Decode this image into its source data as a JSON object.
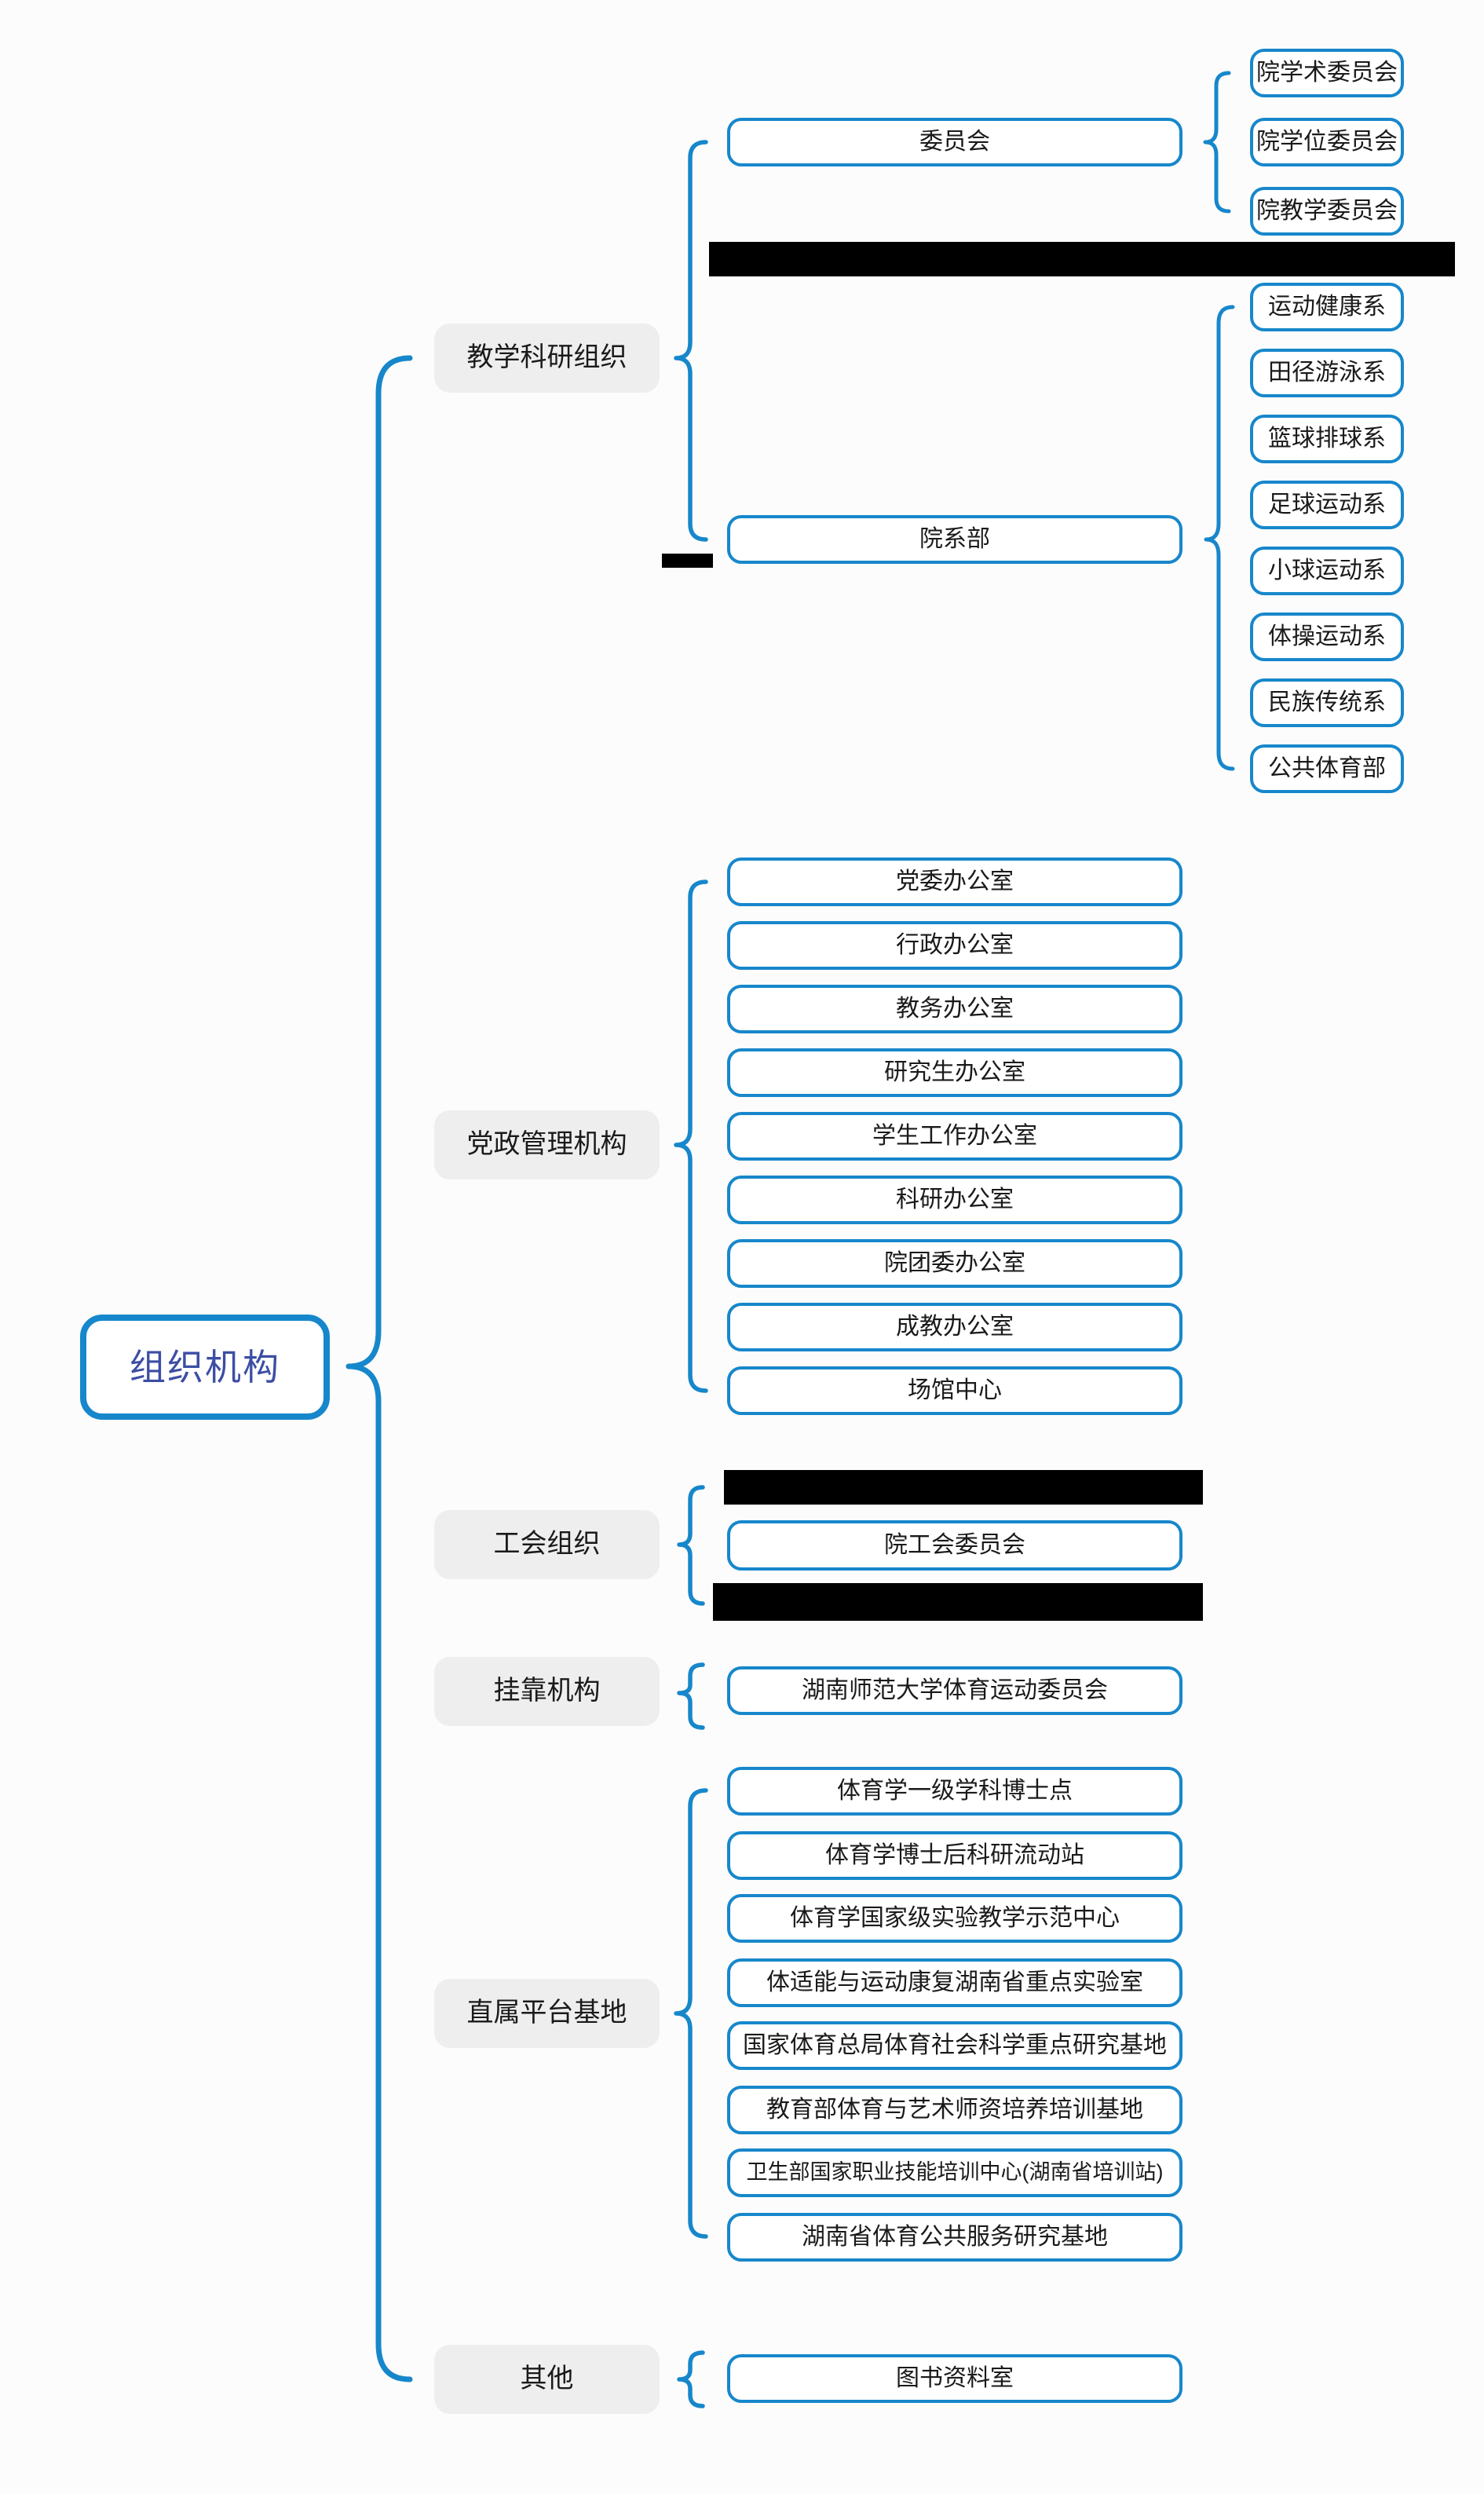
{
  "diagram_title": "组织机构",
  "colors": {
    "line": "#1787cb",
    "root_text": "#3c4ea4",
    "label_bg": "#eeeeee",
    "text": "#1a1a1a",
    "redaction": "#000000",
    "canvas_bg": "#fcfcfc"
  },
  "root": {
    "label": "组织机构"
  },
  "branches": [
    {
      "label": "教学科研组织",
      "children": [
        {
          "label": "委员会",
          "children": [
            {
              "label": "院学术委员会"
            },
            {
              "label": "院学位委员会"
            },
            {
              "label": "院教学委员会"
            }
          ]
        },
        {
          "redacted": true
        },
        {
          "label": "院系部",
          "children": [
            {
              "label": "运动健康系"
            },
            {
              "label": "田径游泳系"
            },
            {
              "label": "篮球排球系"
            },
            {
              "label": "足球运动系"
            },
            {
              "label": "小球运动系"
            },
            {
              "label": "体操运动系"
            },
            {
              "label": "民族传统系"
            },
            {
              "label": "公共体育部"
            }
          ]
        },
        {
          "redacted": true
        }
      ]
    },
    {
      "label": "党政管理机构",
      "children": [
        {
          "label": "党委办公室"
        },
        {
          "label": "行政办公室"
        },
        {
          "label": "教务办公室"
        },
        {
          "label": "研究生办公室"
        },
        {
          "label": "学生工作办公室"
        },
        {
          "label": "科研办公室"
        },
        {
          "label": "院团委办公室"
        },
        {
          "label": "成教办公室"
        },
        {
          "label": "场馆中心"
        }
      ]
    },
    {
      "label": "工会组织",
      "children": [
        {
          "redacted": true
        },
        {
          "label": "院工会委员会"
        },
        {
          "redacted": true
        }
      ]
    },
    {
      "label": "挂靠机构",
      "children": [
        {
          "label": "湖南师范大学体育运动委员会"
        }
      ]
    },
    {
      "label": "直属平台基地",
      "children": [
        {
          "label": "体育学一级学科博士点"
        },
        {
          "label": "体育学博士后科研流动站"
        },
        {
          "label": "体育学国家级实验教学示范中心"
        },
        {
          "label": "体适能与运动康复湖南省重点实验室"
        },
        {
          "label": "国家体育总局体育社会科学重点研究基地"
        },
        {
          "label": "教育部体育与艺术师资培养培训基地"
        },
        {
          "label": "卫生部国家职业技能培训中心(湖南省培训站)"
        },
        {
          "label": "湖南省体育公共服务研究基地"
        }
      ]
    },
    {
      "label": "其他",
      "children": [
        {
          "label": "图书资料室"
        }
      ]
    }
  ]
}
